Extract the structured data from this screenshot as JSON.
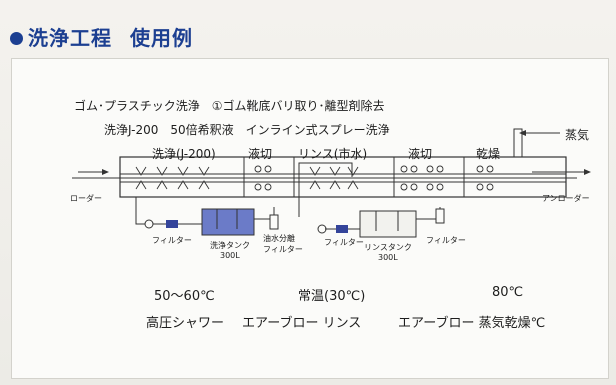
{
  "title": {
    "main": "洗浄工程",
    "sub": "使用例"
  },
  "header": {
    "line1": "ゴム･プラスチック洗浄　①ゴム靴底バリ取り･離型剤除去",
    "line2": "洗浄J-200　50倍希釈液　インライン式スプレー洗浄"
  },
  "zones": {
    "wash": "洗浄(J-200)",
    "drain1": "液切",
    "rinse": "リンス(市水)",
    "drain2": "液切",
    "dry": "乾燥"
  },
  "steam": "蒸気",
  "loader": "ローダー",
  "unloader": "アンローダー",
  "filter1": "フィルター",
  "wash_tank": {
    "name": "洗浄タンク",
    "volume": "300L"
  },
  "oil_filter": {
    "line1": "油水分離",
    "line2": "フィルター"
  },
  "filter2": "フィルター",
  "rinse_tank": {
    "name": "リンスタンク",
    "volume": "300L"
  },
  "filter3": "フィルター",
  "conditions": {
    "wash_temp": "50～60℃",
    "rinse_temp": "常温(30℃)",
    "dry_temp": "80℃",
    "wash_method": "高圧シャワー",
    "blow_rinse": "エアーブロー リンス",
    "blow_dry": "エアーブロー 蒸気乾燥℃"
  },
  "colors": {
    "title": "#1c3f91",
    "wash_tank": "#6b7bc8",
    "rinse_tank": "#f2f2ee"
  }
}
